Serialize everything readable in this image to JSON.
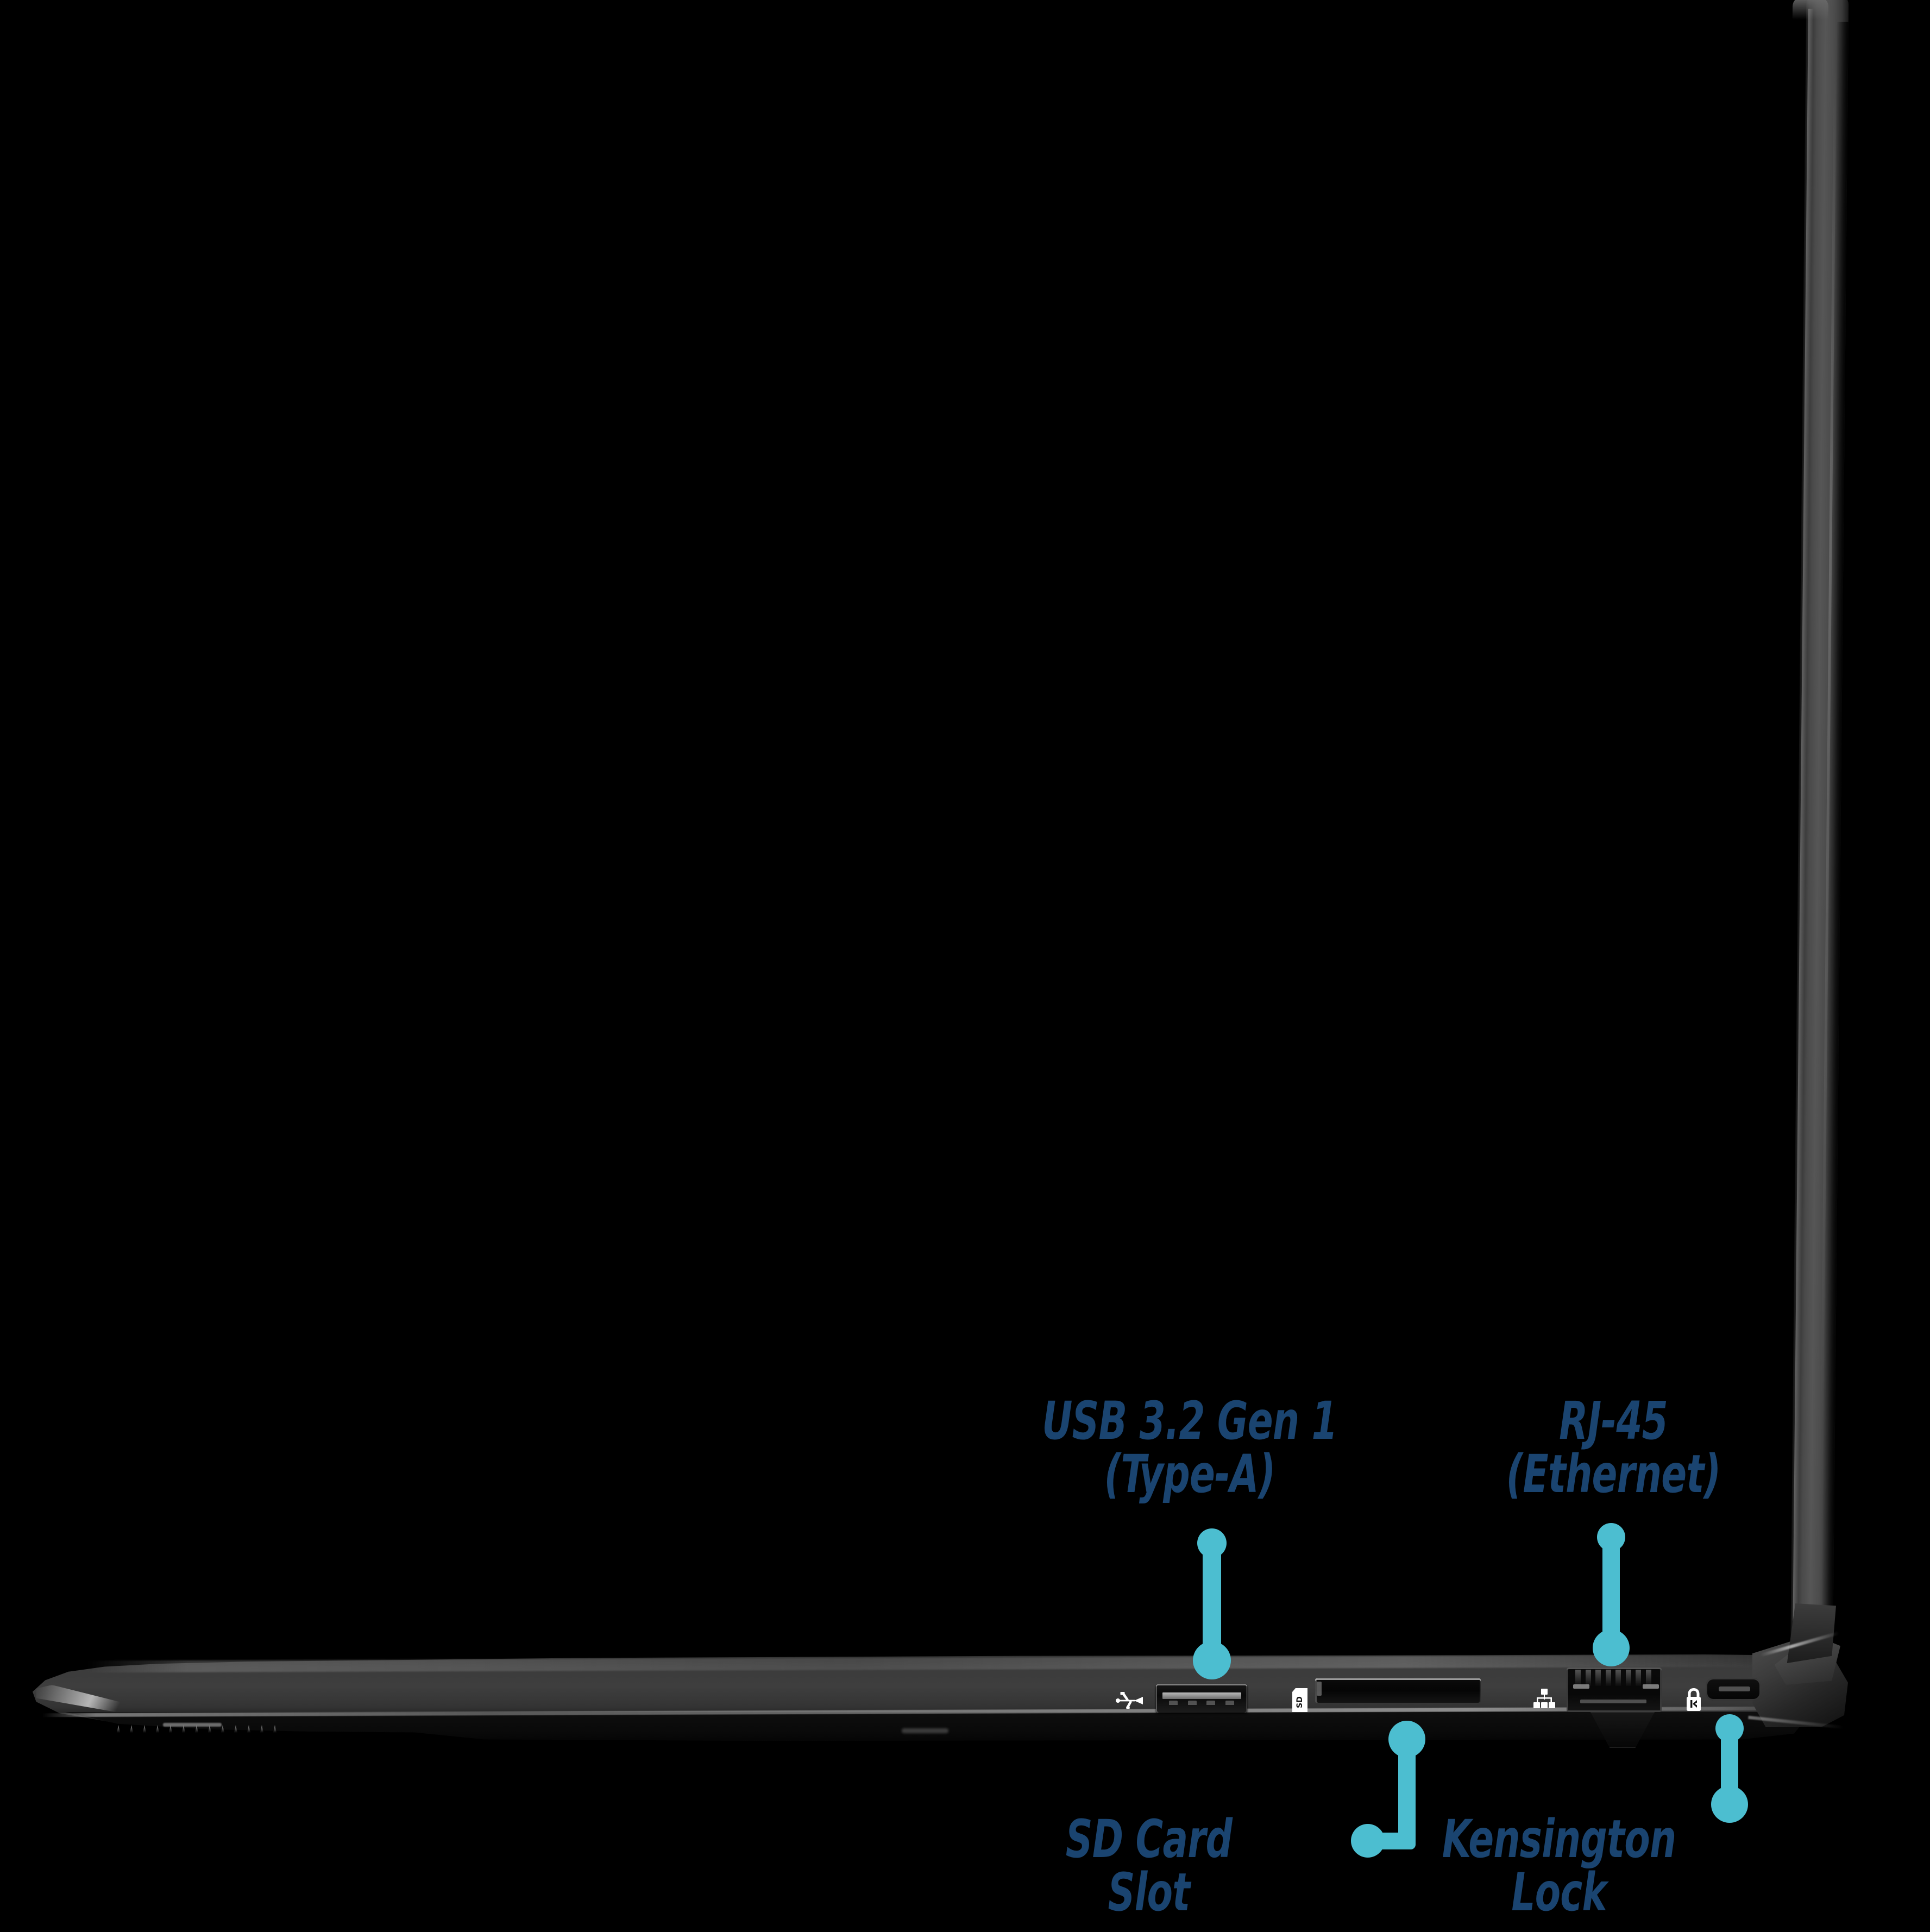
{
  "image": {
    "subject": "laptop-right-side-profile",
    "background_color": "#000000",
    "accent_color": "#4CBED0",
    "label_color": "#1A4470",
    "chassis_color": "#3B3B3B"
  },
  "callouts": [
    {
      "id": "usb",
      "name": "usb-callout",
      "line1": "USB 3.2 Gen 1",
      "line2": "(Type-A)",
      "connector": "vertical-line-dot-both-ends"
    },
    {
      "id": "rj45",
      "name": "rj45-callout",
      "line1": "RJ-45",
      "line2": "(Ethernet)",
      "connector": "vertical-line-dot-both-ends"
    },
    {
      "id": "sd",
      "name": "sd-card-callout",
      "line1": "SD Card",
      "line2": "Slot",
      "connector": "elbow-line-dot-both-ends"
    },
    {
      "id": "kensington",
      "name": "kensington-callout",
      "line1": "Kensington",
      "line2": "Lock",
      "connector": "vertical-line-dot-both-ends"
    }
  ],
  "ports": [
    {
      "name": "usb-a-port",
      "icon": "usb-trident-icon"
    },
    {
      "name": "sd-card-slot",
      "icon": "sd-card-icon"
    },
    {
      "name": "rj45-ethernet-port",
      "icon": "network-icon"
    },
    {
      "name": "kensington-lock-slot",
      "icon": "lock-icon"
    }
  ],
  "device": {
    "lid": "laptop-lid-edge",
    "base": "laptop-base-chassis",
    "hinge": "laptop-hinge-block"
  }
}
